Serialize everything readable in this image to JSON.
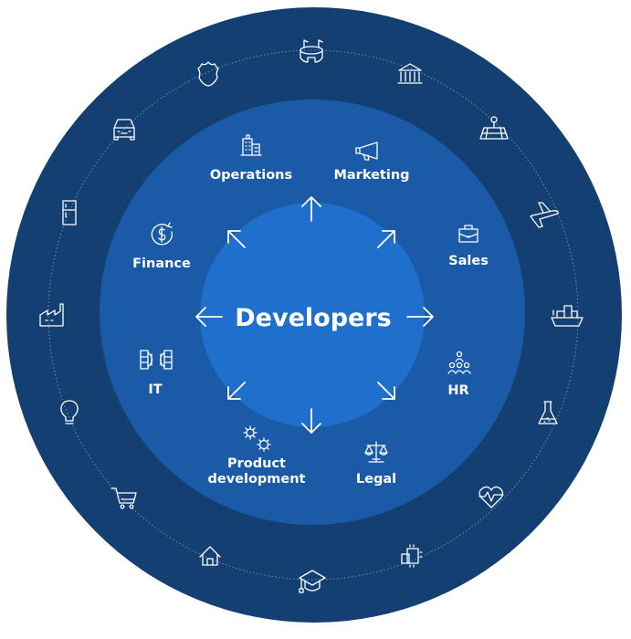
{
  "center": {
    "title": "Developers"
  },
  "departments": [
    {
      "id": "operations",
      "label": "Operations",
      "icon": "office-building-icon"
    },
    {
      "id": "marketing",
      "label": "Marketing",
      "icon": "megaphone-icon"
    },
    {
      "id": "sales",
      "label": "Sales",
      "icon": "briefcase-icon"
    },
    {
      "id": "hr",
      "label": "HR",
      "icon": "people-org-icon"
    },
    {
      "id": "legal",
      "label": "Legal",
      "icon": "scales-icon"
    },
    {
      "id": "product-development",
      "label_line1": "Product",
      "label_line2": "development",
      "icon": "gears-icon"
    },
    {
      "id": "it",
      "label": "IT",
      "icon": "server-icon"
    },
    {
      "id": "finance",
      "label": "Finance",
      "icon": "dollar-cycle-icon"
    }
  ],
  "industry_icons": [
    "stadium-icon",
    "bank-icon",
    "map-pin-icon",
    "airplane-icon",
    "cargo-ship-icon",
    "flask-icon",
    "heart-pulse-icon",
    "chip-device-icon",
    "graduation-cap-icon",
    "house-icon",
    "shopping-cart-icon",
    "lightbulb-icon",
    "factory-icon",
    "refrigerator-icon",
    "car-icon",
    "police-badge-icon"
  ],
  "colors": {
    "outer": "#143f72",
    "middle": "#1a5aa7",
    "inner": "#1f6fcd",
    "foreground": "#ffffff"
  }
}
